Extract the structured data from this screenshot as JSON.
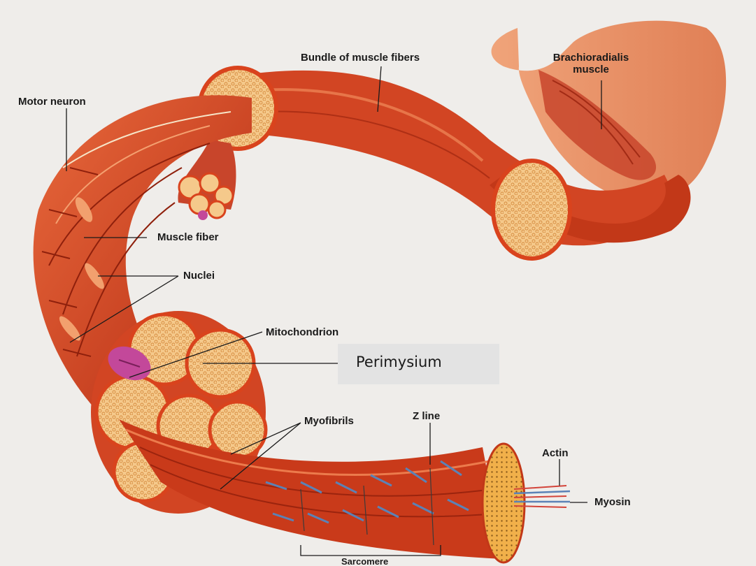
{
  "diagram": {
    "labels": {
      "motor_neuron": "Motor neuron",
      "bundle": "Bundle of muscle fibers",
      "brachioradialis": "Brachioradialis\nmuscle",
      "muscle_fiber": "Muscle fiber",
      "nuclei": "Nuclei",
      "mitochondrion": "Mitochondrion",
      "perimysium": "Perimysium",
      "myofibrils": "Myofibrils",
      "z_line": "Z line",
      "actin": "Actin",
      "myosin": "Myosin",
      "sarcomere": "Sarcomere"
    },
    "colors": {
      "background": "#efedea",
      "muscle": "#c9361a",
      "muscle_light": "#e46b3c",
      "bundle_cut": "#f3c98a",
      "fascicle_border": "#d9431d",
      "mitochondrion": "#c3489a",
      "myosin_band": "#5b82b6",
      "arm_skin": "#e58a5d",
      "callout_bg": "#e3e3e3"
    }
  }
}
